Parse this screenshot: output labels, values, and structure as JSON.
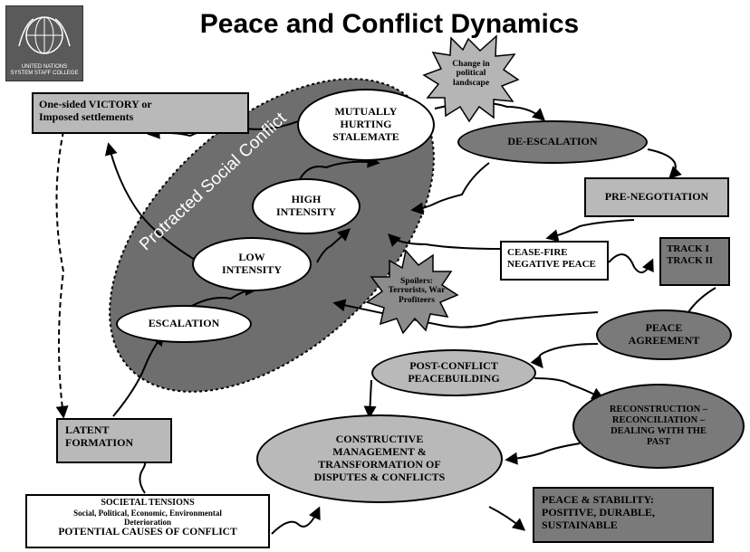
{
  "title": "Peace and Conflict Dynamics",
  "logo": {
    "text": "UNITED NATIONS\nSYSTEM STAFF COLLEGE"
  },
  "protracted_label": "Protracted Social Conflict",
  "nodes": {
    "victory": "One-sided VICTORY or\nImposed settlements",
    "mutually_hurting": "MUTUALLY\nHURTING\nSTALEMATE",
    "high_intensity": "HIGH\nINTENSITY",
    "low_intensity": "LOW\nINTENSITY",
    "escalation": "ESCALATION",
    "change_political": "Change in\npolitical\nlandscape",
    "de_escalation": "DE-ESCALATION",
    "pre_negotiation": "PRE-NEGOTIATION",
    "ceasefire": "CEASE-FIRE\nNEGATIVE PEACE",
    "track": "TRACK I\nTRACK II",
    "spoilers": "Spoilers:\nTerrorists, War\nProfiteers",
    "peace_agreement": "PEACE\nAGREEMENT",
    "post_conflict": "POST-CONFLICT\nPEACEBUILDING",
    "reconstruction": "RECONSTRUCTION –\nRECONCILIATION –\nDEALING WITH THE\nPAST",
    "latent": "LATENT\nFORMATION",
    "constructive": "CONSTRUCTIVE\nMANAGEMENT &\nTRANSFORMATION OF\nDISPUTES & CONFLICTS",
    "peace_stability": "PEACE & STABILITY:\nPOSITIVE, DURABLE,\nSUSTAINABLE",
    "societal_title": "SOCIETAL TENSIONS",
    "societal_body": "Social, Political, Economic, Environmental\nDeterioration",
    "societal_footer": "POTENTIAL CAUSES OF CONFLICT"
  }
}
